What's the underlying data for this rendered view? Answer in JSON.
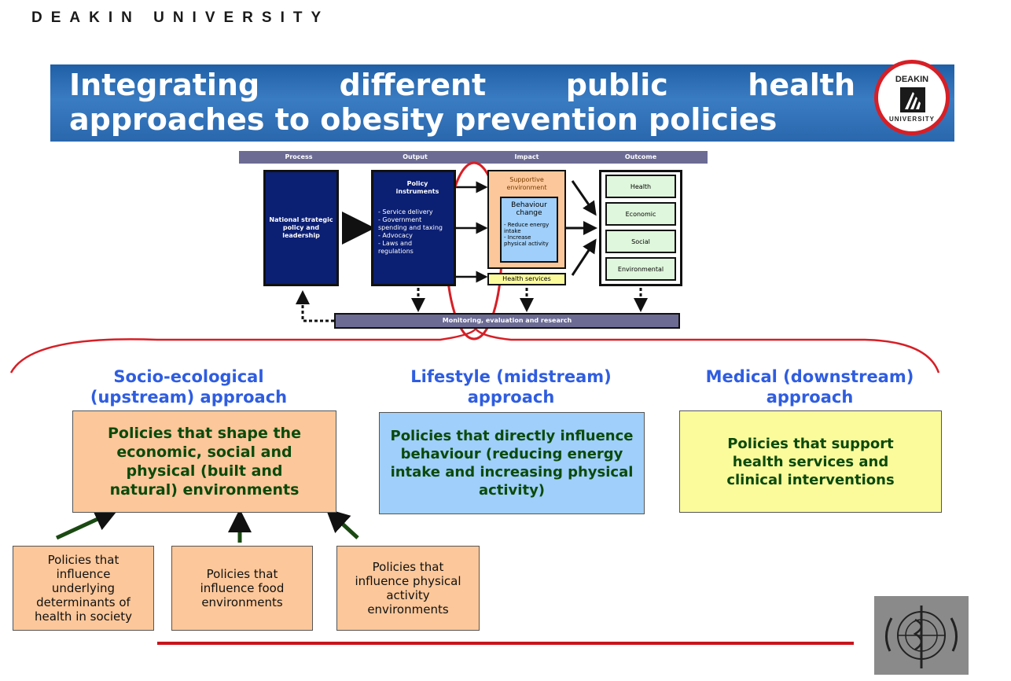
{
  "header": {
    "university": "DEAKIN UNIVERSITY",
    "title_line1": "Integrating different public health",
    "title_line2": "approaches to obesity prevention policies",
    "logo_top": "DEAKIN",
    "logo_bottom": "UNIVERSITY"
  },
  "framework": {
    "headers": [
      "Process",
      "Output",
      "Impact",
      "Outcome"
    ],
    "process_box": "National strategic policy and leadership",
    "output_title": "Policy instruments",
    "output_items": [
      "- Service delivery",
      "- Government spending and taxing",
      "- Advocacy",
      "- Laws and regulations"
    ],
    "impact_supportive": "Supportive environment",
    "impact_behaviour": "Behaviour change",
    "impact_items": [
      "- Reduce energy intake",
      "- Increase physical activity"
    ],
    "impact_health_services": "Health services",
    "outcomes": [
      "Health",
      "Economic",
      "Social",
      "Environmental"
    ],
    "monitoring": "Monitoring, evaluation and research"
  },
  "approaches": [
    {
      "title": "Socio-ecological (upstream) approach",
      "policy": "Policies that shape the economic, social and physical (built and natural) environments"
    },
    {
      "title": "Lifestyle (midstream) approach",
      "policy": "Policies that directly influence behaviour (reducing energy intake and increasing physical activity)"
    },
    {
      "title": "Medical (downstream) approach",
      "policy": "Policies that support health services and clinical interventions"
    }
  ],
  "sub_policies": [
    "Policies that influence underlying determinants of health in society",
    "Policies that influence food environments",
    "Policies that influence physical activity environments"
  ],
  "colors": {
    "banner": "#2a67ad",
    "approach_title": "#2f5de0",
    "upstream_fill": "#fcc79a",
    "midstream_fill": "#9fcffa",
    "downstream_fill": "#fbfb9c",
    "accent_red": "#c8141c",
    "navy": "#0b1f73"
  }
}
